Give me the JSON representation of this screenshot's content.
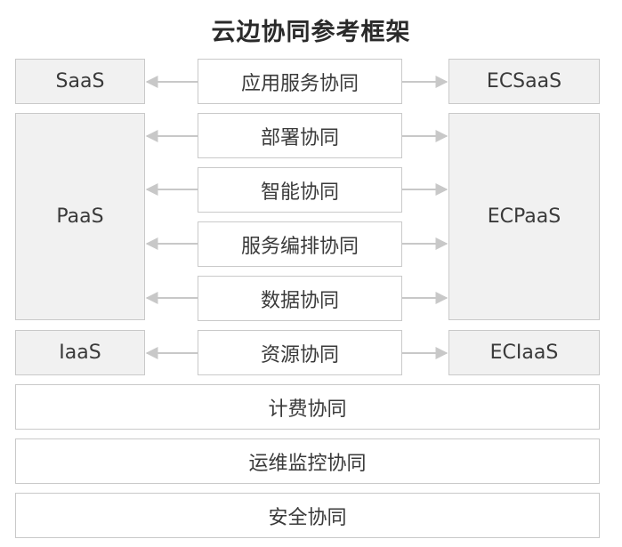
{
  "title": "云边协同参考框架",
  "left": {
    "saas": "SaaS",
    "paas": "PaaS",
    "iaas": "IaaS"
  },
  "right": {
    "ecsaas": "ECSaaS",
    "ecpaas": "ECPaaS",
    "eciaas": "ECIaaS"
  },
  "middle": [
    "应用服务协同",
    "部署协同",
    "智能协同",
    "服务编排协同",
    "数据协同",
    "资源协同"
  ],
  "bottom": [
    "计费协同",
    "运维监控协同",
    "安全协同"
  ],
  "colors": {
    "border": "#c9c9c9",
    "side_fill": "#f1f1f1",
    "arrow": "#c8c8c8"
  }
}
